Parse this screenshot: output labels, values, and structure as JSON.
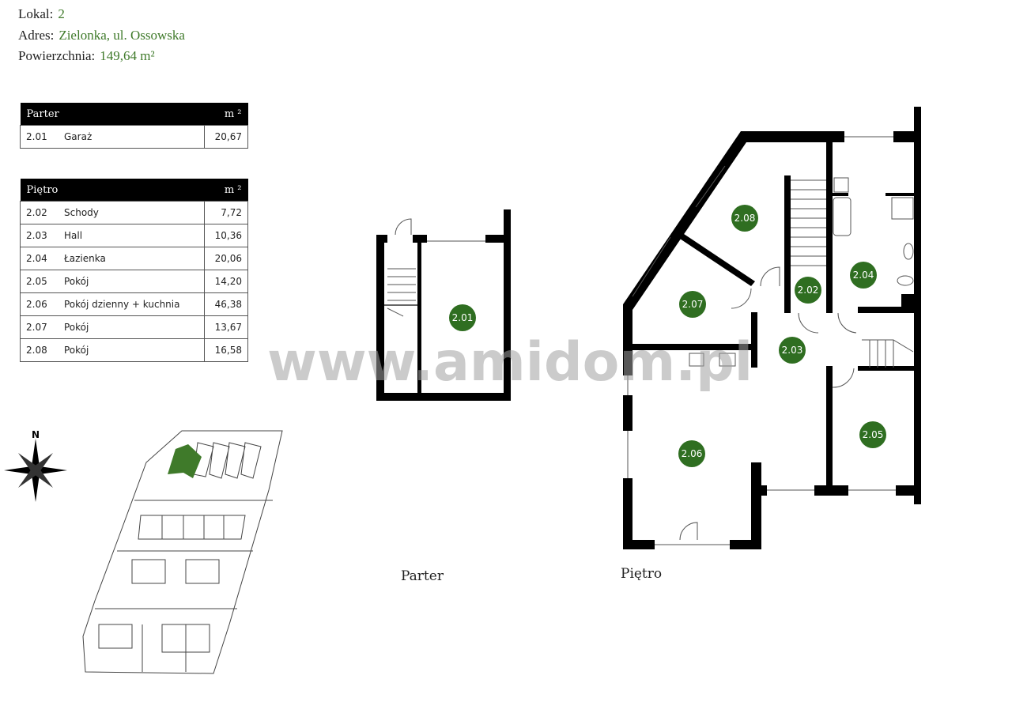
{
  "info": {
    "lokal_label": "Lokal:",
    "lokal": "2",
    "adres_label": "Adres:",
    "adres": "Zielonka, ul. Ossowska",
    "pow_label": "Powierzchnia:",
    "pow": "149,64 m²"
  },
  "parter": {
    "title": "Parter",
    "unit": "m ²",
    "rows": [
      {
        "no": "2.01",
        "name": "Garaż",
        "area": "20,67"
      }
    ]
  },
  "pietro": {
    "title": "Piętro",
    "unit": "m ²",
    "rows": [
      {
        "no": "2.02",
        "name": "Schody",
        "area": "7,72"
      },
      {
        "no": "2.03",
        "name": "Hall",
        "area": "10,36"
      },
      {
        "no": "2.04",
        "name": "Łazienka",
        "area": "20,06"
      },
      {
        "no": "2.05",
        "name": "Pokój",
        "area": "14,20"
      },
      {
        "no": "2.06",
        "name": "Pokój dzienny + kuchnia",
        "area": "46,38"
      },
      {
        "no": "2.07",
        "name": "Pokój",
        "area": "13,67"
      },
      {
        "no": "2.08",
        "name": "Pokój",
        "area": "16,58"
      }
    ]
  },
  "plans": {
    "parter_label": "Parter",
    "pietro_label": "Piętro"
  },
  "compass": "N",
  "watermark": "www.amidom.pl",
  "colors": {
    "accent": "#3f7a2a",
    "badge": "#2f6e21"
  }
}
